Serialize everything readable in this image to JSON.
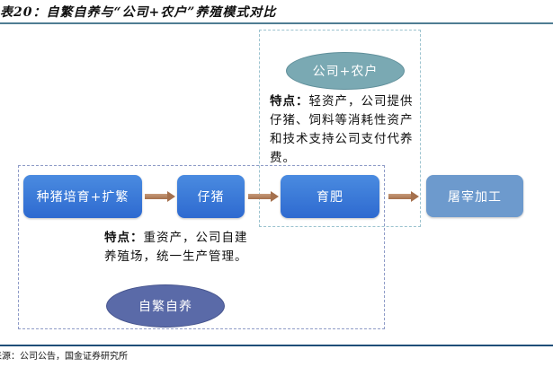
{
  "title": "表20：自繁自养与“公司+农户”养殖模式对比",
  "source": "来源：公司公告，国金证券研究所",
  "flow": {
    "nodes": [
      "种猪培育+扩繁",
      "仔猪",
      "育肥",
      "屠宰加工"
    ]
  },
  "models": {
    "company_farmer": {
      "label": "公司+农户",
      "feature_title": "特点：",
      "feature_text": "轻资产，公司提供仔猪、饲料等消耗性资产和技术支持公司支付代养费。"
    },
    "self_breeding": {
      "label": "自繁自养",
      "feature_title": "特点：",
      "feature_text": "重资产，公司自建养殖场，统一生产管理。"
    }
  },
  "colors": {
    "node_blue": "#3a78d8",
    "node_light": "#6d9acd",
    "arrow": "#a5704d",
    "ellipse_company": "#7aa9b3",
    "ellipse_self": "#5a6aa8",
    "rule": "#1f4e79"
  }
}
